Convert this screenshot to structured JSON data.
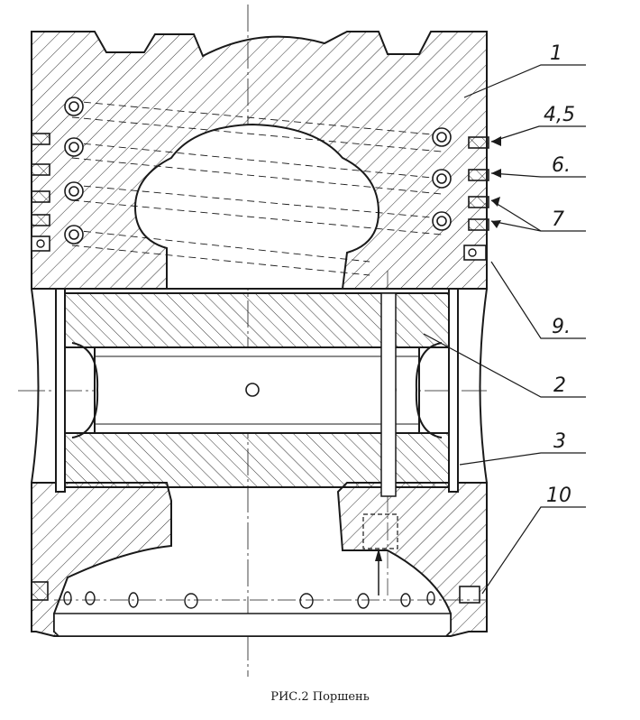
{
  "figure": {
    "caption": "РИС.2 Поршень",
    "callouts": [
      {
        "id": "c1",
        "label": "1"
      },
      {
        "id": "c45",
        "label": "4,5"
      },
      {
        "id": "c6",
        "label": "6."
      },
      {
        "id": "c7",
        "label": "7"
      },
      {
        "id": "c9",
        "label": "9."
      },
      {
        "id": "c2",
        "label": "2"
      },
      {
        "id": "c3",
        "label": "3"
      },
      {
        "id": "c10",
        "label": "10"
      }
    ]
  },
  "colors": {
    "ink": "#1a1a1a",
    "paper": "#ffffff"
  }
}
